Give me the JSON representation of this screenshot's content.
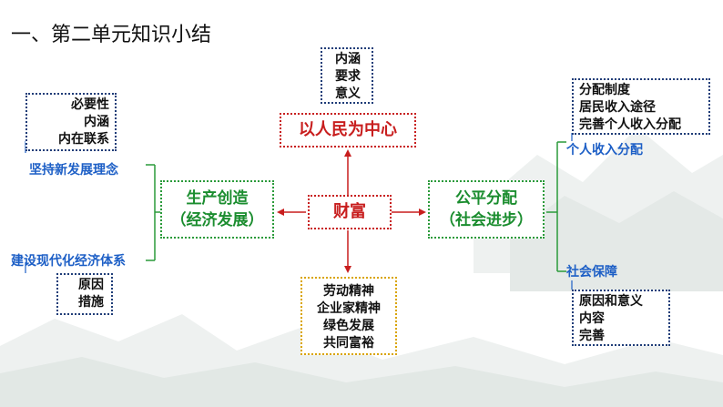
{
  "title": "一、第二单元知识小结",
  "center": {
    "label": "财富"
  },
  "top": {
    "label": "以人民为中心",
    "items": [
      "内涵",
      "要求",
      "意义"
    ]
  },
  "left": {
    "line1": "生产创造",
    "line2": "（经济发展）",
    "top_items": [
      "必要性",
      "内涵",
      "内在联系"
    ],
    "branch_top": "坚持新发展理念",
    "branch_bottom": "建设现代化经济体系",
    "bottom_items": [
      "原因",
      "措施"
    ]
  },
  "right": {
    "line1": "公平分配",
    "line2": "（社会进步）",
    "branch_top": "个人收入分配",
    "branch_top_items": [
      "分配制度",
      "居民收入途径",
      "完善个人收入分配"
    ],
    "branch_bottom": "社会保障",
    "branch_bottom_items": [
      "原因和意义",
      "内容",
      "完善"
    ]
  },
  "bottom": {
    "items": [
      "劳动精神",
      "企业家精神",
      "绿色发展",
      "共同富裕"
    ]
  },
  "colors": {
    "red": "#c81e1e",
    "green": "#2a9a3a",
    "blue": "#1d5fc6",
    "gold": "#d9a400",
    "navy": "#1f3d78"
  }
}
